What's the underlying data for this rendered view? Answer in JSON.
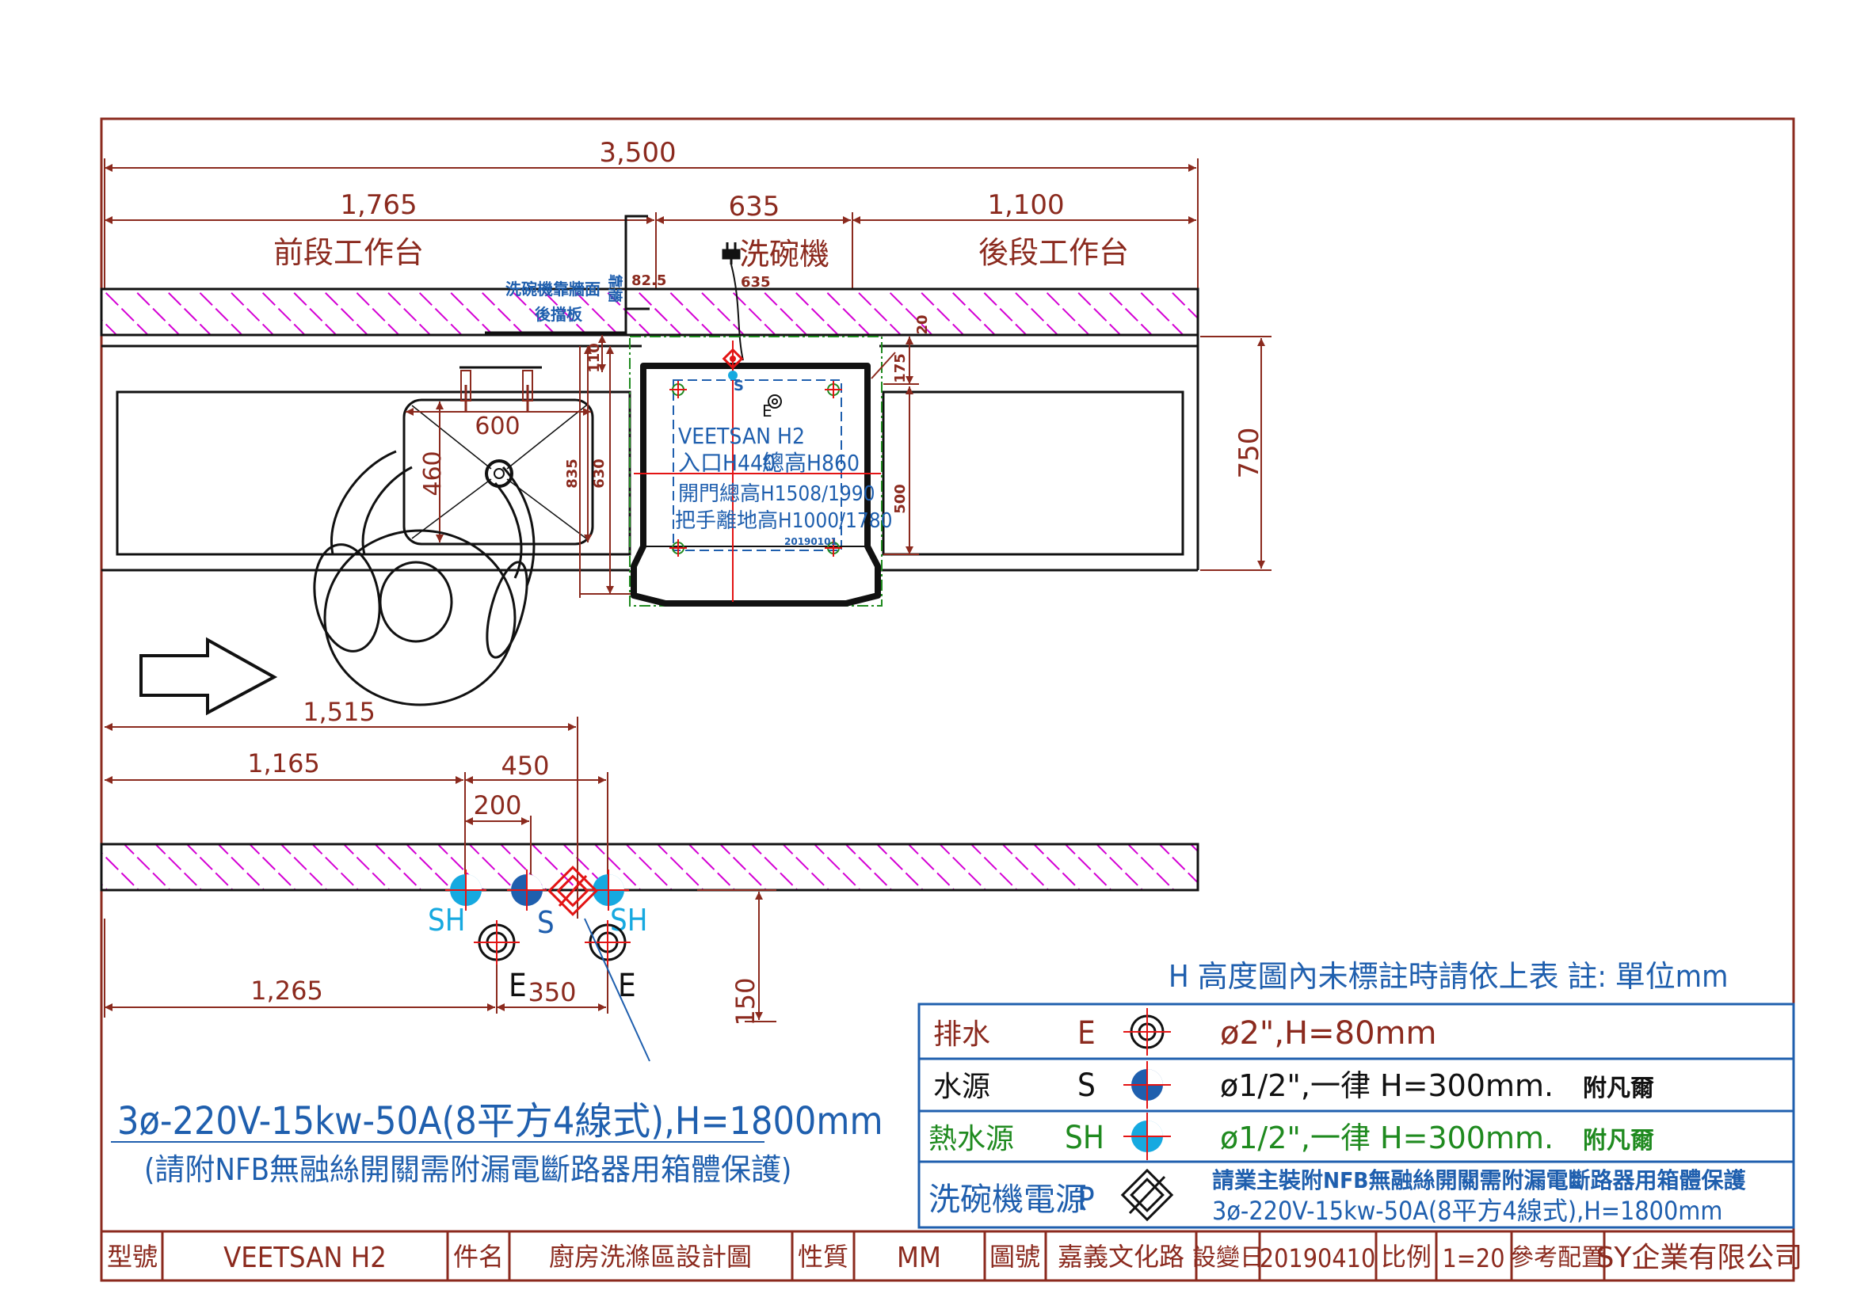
{
  "colors": {
    "frame": "#8b2a1e",
    "dim": "#8b2a1e",
    "hatch": "#d400d4",
    "blue": "#1f5fae",
    "cyan": "#16a9e0",
    "red": "#e31414",
    "green": "#1f8a1f",
    "black": "#111111"
  },
  "dims": {
    "overall": "3,500",
    "front": "1,765",
    "machine": "635",
    "rear": "1,100",
    "depth": "750",
    "sink_w": "600",
    "sink_d": "460",
    "d835": "835",
    "d630": "630",
    "d110": "110",
    "d175": "175",
    "d20": "20",
    "d500": "500",
    "d82": "82.5",
    "d635s": "635",
    "d1515": "1,515",
    "d1165": "1,165",
    "d450": "450",
    "d200": "200",
    "d1265": "1,265",
    "d350": "350",
    "d150": "150"
  },
  "labels": {
    "front_table": "前段工作台",
    "dishwasher": "洗碗機",
    "rear_table": "後段工作台",
    "wall_note1": "洗碗機靠牆面",
    "wall_note2": "後擋板",
    "wall_note3": "靠牆",
    "machine_model": "VEETSAN  H2",
    "inlet": "入口H440",
    "total_h": "總高H860",
    "door_h": "開門總高H1508/1990",
    "handle_h": "把手離地高H1000/1780",
    "date_small": "20190101",
    "S": "S",
    "E": "E",
    "SH": "SH",
    "P": "P"
  },
  "power_note": {
    "line1": "3ø-220V-15kw-50A(8平方4線式),H=1800mm",
    "line2": "(請附NFB無融絲開關需附漏電斷路器用箱體保護)"
  },
  "legend": {
    "note": "H 高度圖內未標註時請依上表  註: 單位mm",
    "rows": [
      {
        "name": "排水",
        "code": "E",
        "spec": "ø2\",H=80mm",
        "extra": ""
      },
      {
        "name": "水源",
        "code": "S",
        "spec": "ø1/2\",一律 H=300mm.",
        "extra": "附凡爾"
      },
      {
        "name": "熱水源",
        "code": "SH",
        "spec": "ø1/2\",一律 H=300mm.",
        "extra": "附凡爾"
      },
      {
        "name": "洗碗機電源",
        "code": "P",
        "spec": "請業主裝附NFB無融絲開關需附漏電斷路器用箱體保護",
        "extra": "3ø-220V-15kw-50A(8平方4線式),H=1800mm"
      }
    ]
  },
  "title_block": {
    "model_label": "型號",
    "model": "VEETSAN H2",
    "part_label": "件名",
    "part": "廚房洗滌區設計圖",
    "nature_label": "性質",
    "nature": "MM",
    "dwg_label": "圖號",
    "dwg": "嘉義文化路",
    "date_label": "設變日",
    "date": "20190410",
    "scale_label": "比例",
    "scale": "1=20",
    "ref_label": "參考配置",
    "company": "SY企業有限公司"
  }
}
